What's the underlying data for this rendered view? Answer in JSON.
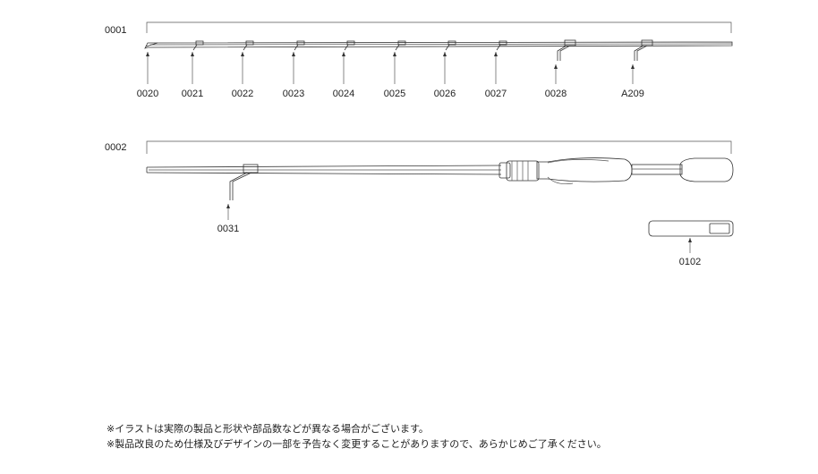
{
  "sections": {
    "top_id": "0001",
    "bottom_id": "0002"
  },
  "parts_top": [
    "0020",
    "0021",
    "0022",
    "0023",
    "0024",
    "0025",
    "0026",
    "0027",
    "0028",
    "A209"
  ],
  "parts_bottom": [
    "0031",
    "0102"
  ],
  "notes": [
    "※イラストは実際の製品と形状や部品数などが異なる場合がございます。",
    "※製品改良のため仕様及びデザインの一部を予告なく変更することがありますので、あらかじめご了承ください。"
  ]
}
